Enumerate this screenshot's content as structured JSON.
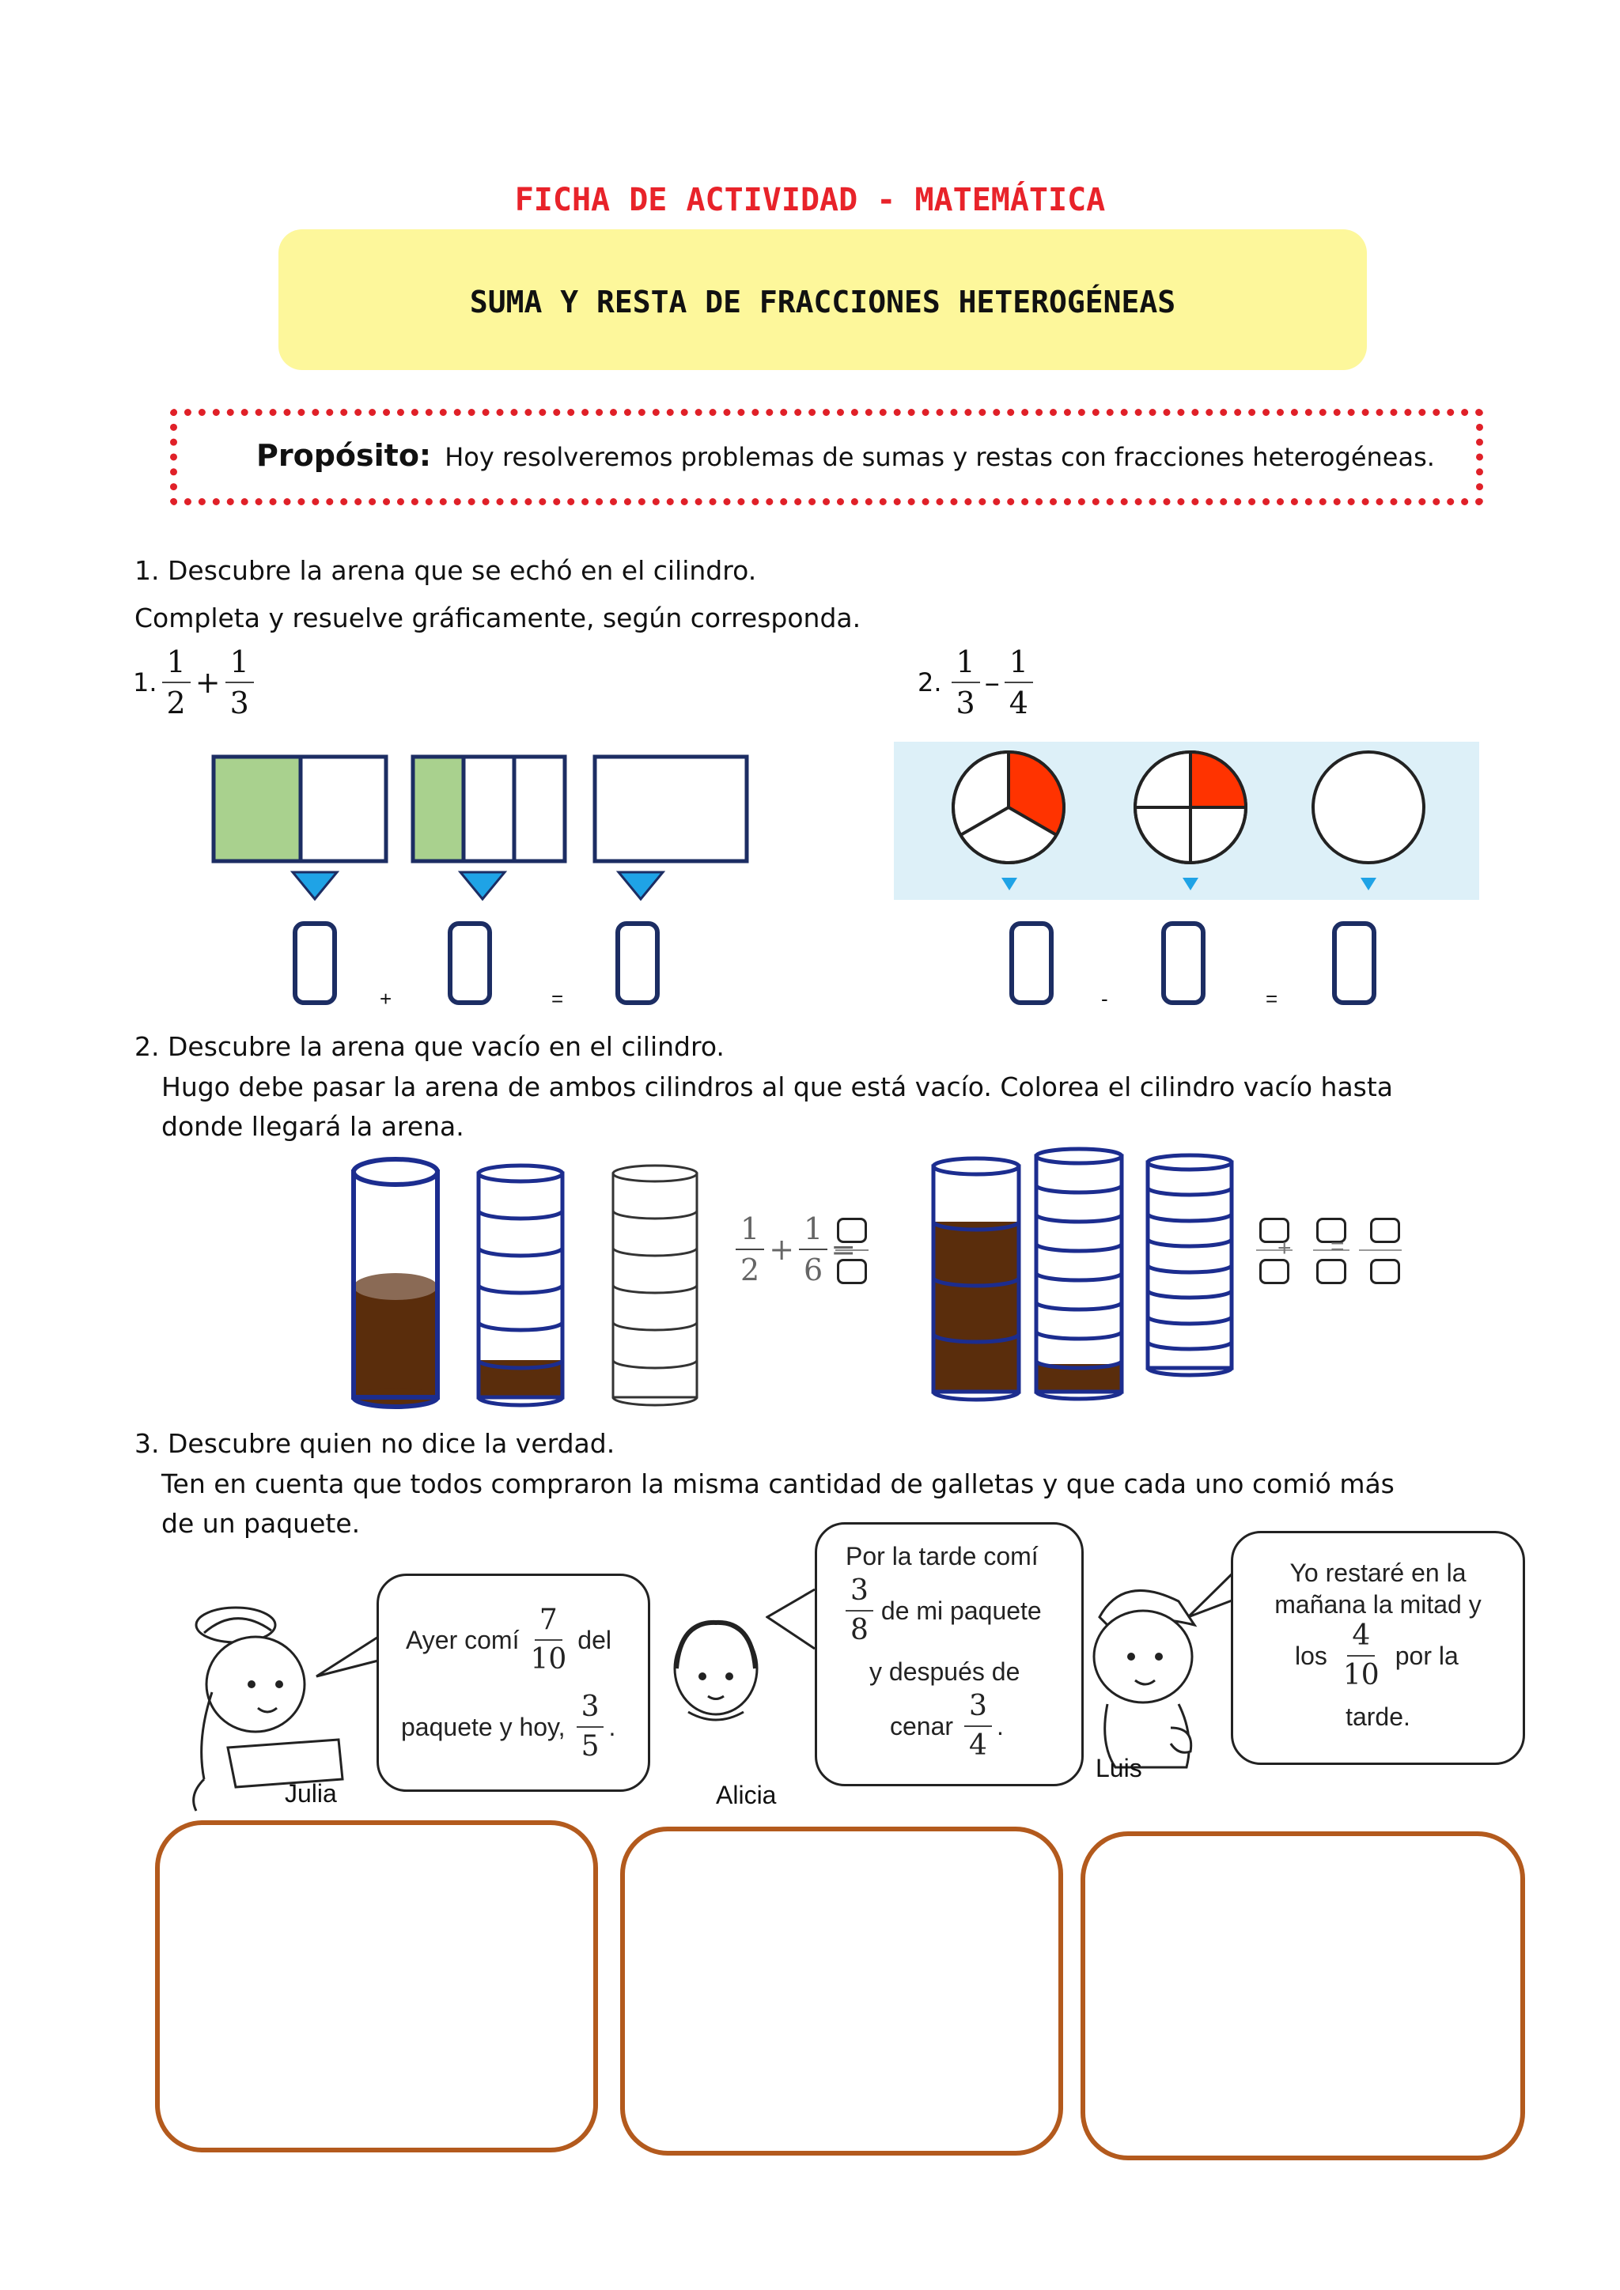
{
  "header": {
    "title": "FICHA DE ACTIVIDAD - MATEMÁTICA",
    "subtitle": "SUMA Y RESTA DE FRACCIONES HETEROGÉNEAS",
    "title_color": "#e8232a",
    "banner_color": "#fdf79b"
  },
  "purpose": {
    "label": "Propósito:",
    "text": "Hoy resolveremos problemas de sumas y restas con fracciones heterogéneas.",
    "border_color": "#e02028"
  },
  "section1": {
    "heading": "1. Descubre la arena que se echó en el cilindro.",
    "instruction": "Completa y resuelve gráficamente, según corresponda.",
    "ex1": {
      "label": "1.",
      "a_num": "1",
      "a_den": "2",
      "op": "+",
      "b_num": "1",
      "b_den": "3",
      "plus": "+",
      "equals": "=",
      "fill_color": "#a9d18e"
    },
    "ex2": {
      "label": "2.",
      "a_num": "1",
      "a_den": "3",
      "op": "–",
      "b_num": "1",
      "b_den": "4",
      "minus": "-",
      "equals": "=",
      "fill_color": "#ff3300",
      "panel_color": "#ddf0f8"
    },
    "arrow_color": "#1fa3e6"
  },
  "section2": {
    "heading": "2. Descubre la arena que vacío en el cilindro.",
    "instruction": "Hugo debe pasar la arena de ambos cilindros al que está vacío. Colorea el cilindro vacío hasta donde llegará la arena.",
    "eq1": {
      "a_num": "1",
      "a_den": "2",
      "op": "+",
      "b_num": "1",
      "b_den": "6",
      "equals": "="
    },
    "eq2": {
      "plus": "+",
      "equals": "="
    },
    "sand_color": "#5a2d0c",
    "cylinder_color": "#1c2d8f"
  },
  "section3": {
    "heading": "3. Descubre quien no dice la verdad.",
    "instruction": "Ten en cuenta que todos compraron la misma cantidad de galletas y que cada uno comió más de un paquete.",
    "julia": {
      "name": "Julia",
      "t1": "Ayer comí",
      "f1_num": "7",
      "f1_den": "10",
      "t2": "del",
      "t3": "paquete y hoy,",
      "f2_num": "3",
      "f2_den": "5",
      "t4": "."
    },
    "alicia": {
      "name": "Alicia",
      "t1": "Por la tarde comí",
      "f1_num": "3",
      "f1_den": "8",
      "t2": "de mi paquete",
      "t3": "y después de",
      "t4": "cenar",
      "f2_num": "3",
      "f2_den": "4",
      "t5": "."
    },
    "luis": {
      "name": "Luis",
      "t1": "Yo restaré en la",
      "t2": "mañana la mitad y",
      "t3": "los",
      "f1_num": "4",
      "f1_den": "10",
      "t4": "por la",
      "t5": "tarde."
    },
    "frame_color": "#b35a1d"
  }
}
